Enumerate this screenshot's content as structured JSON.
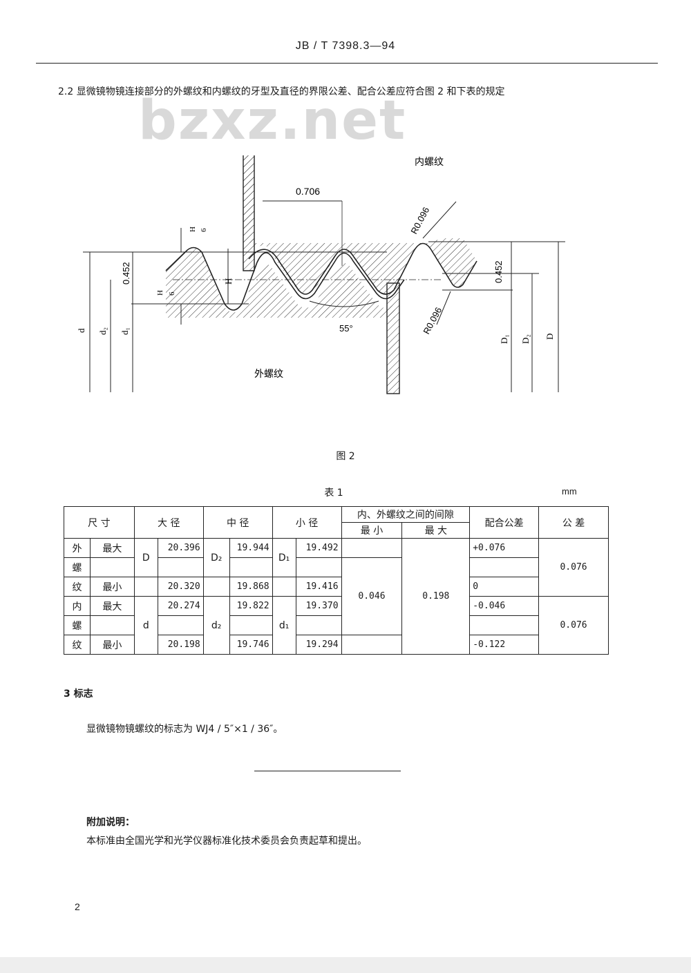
{
  "header": {
    "standard_no": "JB / T 7398.3—94"
  },
  "watermark": "bzxz.net",
  "section_2_2": {
    "text": "2.2  显微镜物镜连接部分的外螺纹和内螺纹的牙型及直径的界限公差、配合公差应符合图 2 和下表的规定"
  },
  "figure": {
    "caption": "图 2",
    "labels": {
      "internal": "内螺纹",
      "external": "外螺纹",
      "pitch_half": "0.706",
      "radius_top": "R0.096",
      "radius_bottom": "R0.096",
      "depth_left": "0.452",
      "depth_right": "0.452",
      "angle": "55°",
      "H": "H",
      "H6_num": "H",
      "H6_den": "6",
      "H6b_num": "H",
      "H6b_den": "6",
      "d": "d",
      "d2": "d₂",
      "d1": "d₁",
      "D1": "D₁",
      "D2": "D₂",
      "D": "D"
    }
  },
  "table": {
    "caption": "表 1",
    "unit": "mm",
    "headers": {
      "size": "尺  寸",
      "major": "大  径",
      "pitch": "中  径",
      "minor": "小  径",
      "clearance": "内、外螺纹之间的间隙",
      "clearance_min": "最    小",
      "clearance_max": "最    大",
      "fit_tol": "配合公差",
      "tol": "公  差"
    },
    "rows": {
      "ext_label_1": "外",
      "ext_label_2": "螺",
      "ext_label_3": "纹",
      "int_label_1": "内",
      "int_label_2": "螺",
      "int_label_3": "纹",
      "max": "最大",
      "min": "最小",
      "ext_major_sym": "D",
      "ext_pitch_sym": "D₂",
      "ext_minor_sym": "D₁",
      "int_major_sym": "d",
      "int_pitch_sym": "d₂",
      "int_minor_sym": "d₁",
      "ext_major_max": "20.396",
      "ext_major_min": "20.320",
      "ext_pitch_max": "19.944",
      "ext_pitch_min": "19.868",
      "ext_minor_max": "19.492",
      "ext_minor_min": "19.416",
      "int_major_max": "20.274",
      "int_major_min": "20.198",
      "int_pitch_max": "19.822",
      "int_pitch_min": "19.746",
      "int_minor_max": "19.370",
      "int_minor_min": "19.294",
      "clear_min": "0.046",
      "clear_max": "0.198",
      "ext_fit_max": "+0.076",
      "ext_fit_min": "0",
      "int_fit_max": "-0.046",
      "int_fit_min": "-0.122",
      "ext_tol": "0.076",
      "int_tol": "0.076"
    }
  },
  "section_3": {
    "title": "3  标志",
    "body": "显微镜物镜螺纹的标志为 WJ4 / 5″×1 / 36″。"
  },
  "note": {
    "title": "附加说明：",
    "body": "本标准由全国光学和光学仪器标准化技术委员会负责起草和提出。"
  },
  "page_number": "2"
}
